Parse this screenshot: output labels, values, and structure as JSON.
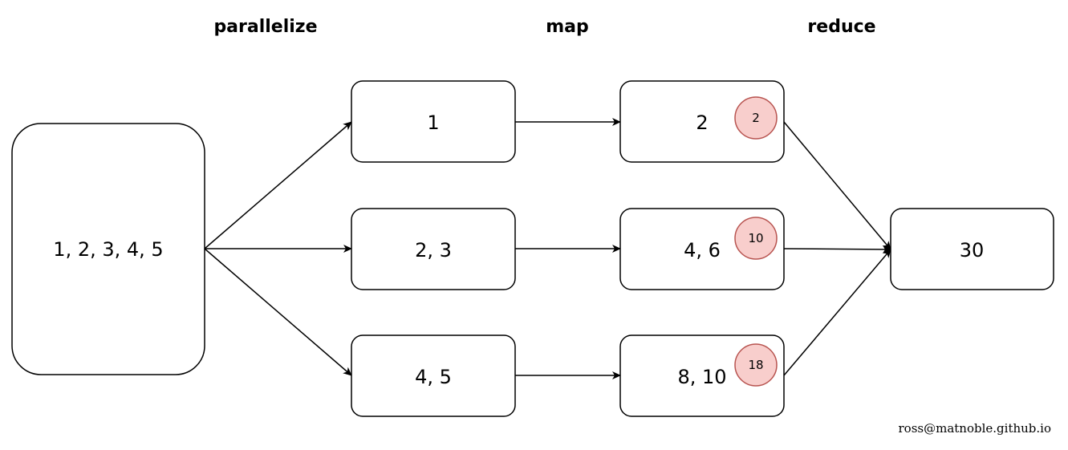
{
  "stages": {
    "parallelize": "parallelize",
    "map": "map",
    "reduce": "reduce"
  },
  "input": {
    "label": "1, 2, 3, 4, 5"
  },
  "partitions": [
    {
      "label": "1"
    },
    {
      "label": "2, 3"
    },
    {
      "label": "4, 5"
    }
  ],
  "mapped": [
    {
      "label": "2",
      "badge": "2"
    },
    {
      "label": "4, 6",
      "badge": "10"
    },
    {
      "label": "8, 10",
      "badge": "18"
    }
  ],
  "result": {
    "label": "30"
  },
  "credit": "ross@matnoble.github.io",
  "colors": {
    "badge_fill": "#f8cecc",
    "badge_stroke": "#b85450"
  }
}
